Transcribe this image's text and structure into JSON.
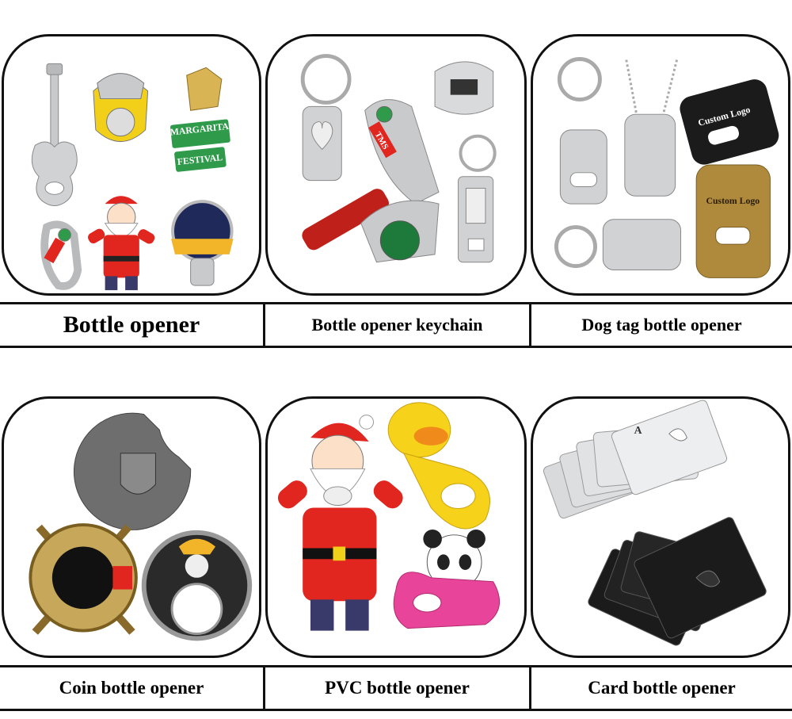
{
  "row1": {
    "labels": [
      "Bottle opener",
      "Bottle opener keychain",
      "Dog tag bottle opener"
    ]
  },
  "row2": {
    "labels": [
      "Coin bottle opener",
      "PVC bottle opener",
      "Card bottle opener"
    ]
  },
  "product_text": {
    "margarita_line1": "MARGARITA",
    "margarita_line2": "FESTIVAL",
    "tms": "TMS",
    "custom_logo_1": "Custom Logo",
    "custom_logo_2": "Custom Logo",
    "card_ace": "A"
  },
  "colors": {
    "border": "#111111",
    "silver": "#c8cacc",
    "santa_red": "#e0261f",
    "duck_yellow": "#f6d21a",
    "pink": "#e8459a",
    "green": "#2e9a4a",
    "brass": "#b08a3c",
    "black_metal": "#1b1b1b"
  }
}
